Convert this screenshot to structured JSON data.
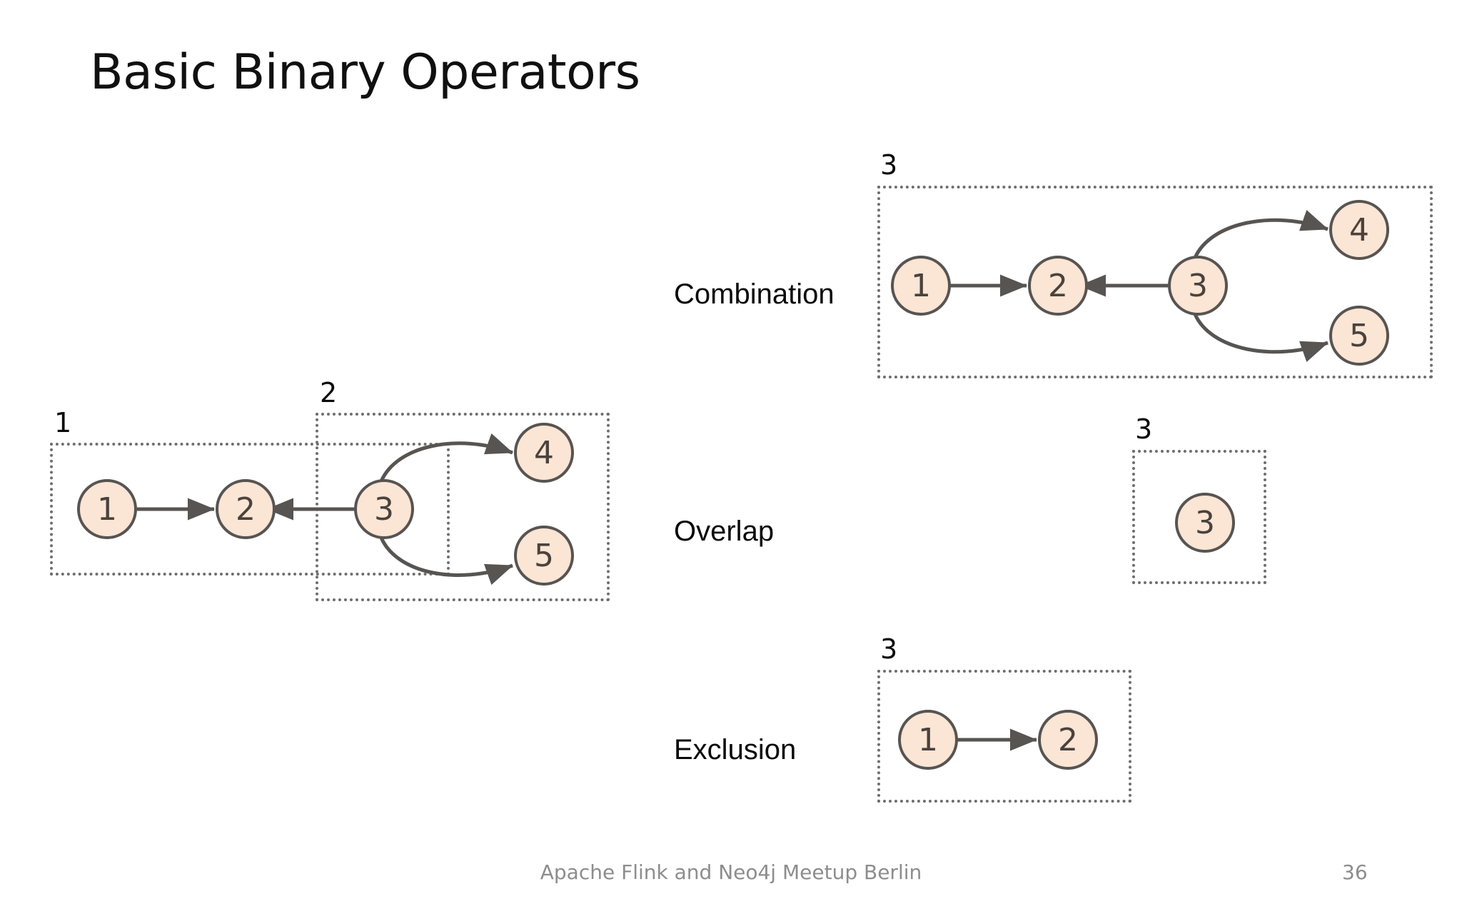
{
  "slide": {
    "title": "Basic Binary Operators",
    "footer_text": "Apache Flink and Neo4j Meetup Berlin",
    "page_number": "36",
    "colors": {
      "node_fill": "#fbe5d5",
      "node_stroke": "#575451",
      "node_text": "#4a423c",
      "edge": "#575451",
      "group_border": "#6e6e6e",
      "title_text": "#101010",
      "footer_text": "#8d8d8d",
      "background": "#ffffff"
    }
  },
  "input_diagram": {
    "groups": [
      {
        "tag": "1",
        "nodes": [
          "1",
          "2"
        ]
      },
      {
        "tag": "2",
        "nodes": [
          "3",
          "4",
          "5"
        ]
      }
    ],
    "nodes": [
      {
        "id": "n1",
        "label": "1"
      },
      {
        "id": "n2",
        "label": "2"
      },
      {
        "id": "n3",
        "label": "3"
      },
      {
        "id": "n4",
        "label": "4"
      },
      {
        "id": "n5",
        "label": "5"
      }
    ],
    "edges": [
      {
        "from": "1",
        "to": "2"
      },
      {
        "from": "3",
        "to": "2"
      },
      {
        "from": "3",
        "to": "4"
      },
      {
        "from": "3",
        "to": "5"
      }
    ]
  },
  "operators": [
    {
      "name": "Combination",
      "result_tag": "3",
      "nodes": [
        "1",
        "2",
        "3",
        "4",
        "5"
      ],
      "edges": [
        {
          "from": "1",
          "to": "2"
        },
        {
          "from": "3",
          "to": "2"
        },
        {
          "from": "3",
          "to": "4"
        },
        {
          "from": "3",
          "to": "5"
        }
      ]
    },
    {
      "name": "Overlap",
      "result_tag": "3",
      "nodes": [
        "3"
      ],
      "edges": []
    },
    {
      "name": "Exclusion",
      "result_tag": "3",
      "nodes": [
        "1",
        "2"
      ],
      "edges": [
        {
          "from": "1",
          "to": "2"
        }
      ]
    }
  ],
  "node_labels": {
    "left": {
      "n1": "1",
      "n2": "2",
      "n3": "3",
      "n4": "4",
      "n5": "5"
    },
    "combination": {
      "c1": "1",
      "c2": "2",
      "c3": "3",
      "c4": "4",
      "c5": "5"
    },
    "overlap": {
      "o3": "3"
    },
    "exclusion": {
      "e1": "1",
      "e2": "2"
    }
  },
  "group_tags": {
    "left_one": "1",
    "left_two": "2",
    "combination": "3",
    "overlap": "3",
    "exclusion": "3"
  }
}
